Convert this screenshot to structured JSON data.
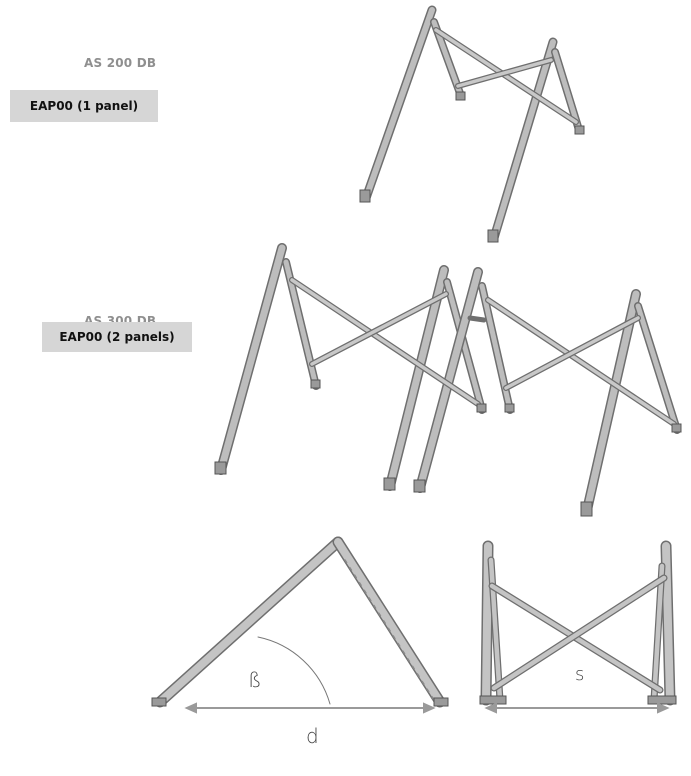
{
  "sections": [
    {
      "model": "AS 200 DB",
      "variant": "EAP00 (1 panel)"
    },
    {
      "model": "AS 300 DB",
      "variant": "EAP00 (2 panels)"
    }
  ],
  "dimensions": {
    "angle": "ß",
    "depth": "d",
    "spacing": "s"
  },
  "colors": {
    "frame": "#bdbdbd",
    "frame_edge": "#6f6f6f",
    "badge_bg": "#d6d6d6",
    "label_gray": "#8f8f8f",
    "arrow": "#9a9a9a"
  }
}
